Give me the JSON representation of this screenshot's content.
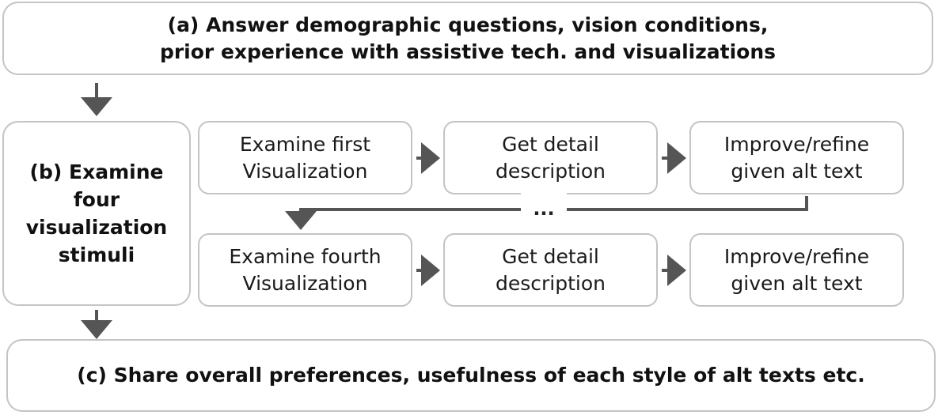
{
  "stage_a": {
    "lines": [
      "(a) Answer demographic questions, vision conditions,",
      "prior experience with assistive tech. and visualizations"
    ]
  },
  "stage_b": {
    "lines": [
      "(b) Examine",
      "four",
      "visualization",
      "stimuli"
    ]
  },
  "stage_c": {
    "text": "(c) Share overall preferences, usefulness of each style of alt texts etc."
  },
  "row_first": {
    "examine": [
      "Examine first",
      "Visualization"
    ],
    "detail": [
      "Get detail",
      "description"
    ],
    "improve": [
      "Improve/refine",
      "given alt text"
    ]
  },
  "row_fourth": {
    "examine": [
      "Examine fourth",
      "Visualization"
    ],
    "detail": [
      "Get detail",
      "description"
    ],
    "improve": [
      "Improve/refine",
      "given alt text"
    ]
  },
  "ellipsis": "...",
  "colors": {
    "box_border": "#c4c4c4",
    "arrow": "#555555",
    "text": "#111111"
  }
}
